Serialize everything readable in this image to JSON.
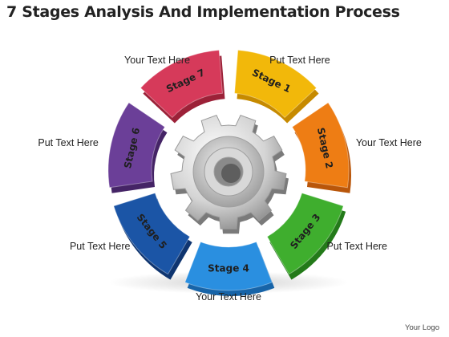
{
  "title": "7 Stages Analysis And Implementation Process",
  "stages": [
    {
      "label": "Stage 1",
      "color": "#f2b80a",
      "dark": "#c68a00"
    },
    {
      "label": "Stage 2",
      "color": "#ee7d14",
      "dark": "#b9560a"
    },
    {
      "label": "Stage 3",
      "color": "#3fae2e",
      "dark": "#237a19"
    },
    {
      "label": "Stage 4",
      "color": "#2a8fe0",
      "dark": "#1764a8"
    },
    {
      "label": "Stage 5",
      "color": "#1b55a6",
      "dark": "#0f3570"
    },
    {
      "label": "Stage 6",
      "color": "#6b3f98",
      "dark": "#452466"
    },
    {
      "label": "Stage 7",
      "color": "#d63a5a",
      "dark": "#9c2138"
    }
  ],
  "text_labels": [
    "Put Text Here",
    "Your Text Here",
    "Put Text Here",
    "Your Text Here",
    "Put Text Here",
    "Put Text Here",
    "Your Text Here"
  ],
  "center": {
    "icon": "gear-icon"
  },
  "footer": {
    "logo": "Your Logo"
  }
}
